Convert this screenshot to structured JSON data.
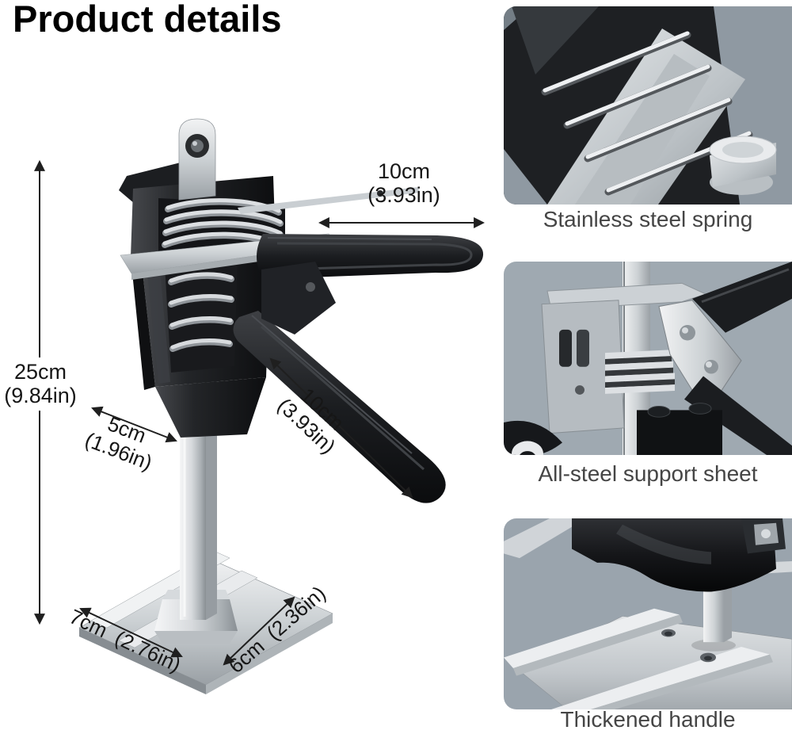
{
  "title": "Product details",
  "dimensions": {
    "height": {
      "primary": "25cm",
      "secondary": "(9.84in)"
    },
    "top_handle": {
      "primary": "10cm",
      "secondary": "(3.93in)"
    },
    "support": {
      "primary": "5cm",
      "secondary": "(1.96in)"
    },
    "lower_handle": {
      "primary": "10cm",
      "secondary": "(3.93in)"
    },
    "base_length": {
      "primary": "7cm",
      "secondary": "(2.76in)"
    },
    "base_width": {
      "primary": "6cm",
      "secondary": "(2.36in)"
    }
  },
  "features": [
    {
      "caption": "Stainless steel spring"
    },
    {
      "caption": "All-steel support sheet"
    },
    {
      "caption": "Thickened handle"
    }
  ],
  "colors": {
    "background": "#ffffff",
    "title_text": "#000000",
    "dimension_text": "#161616",
    "caption_text": "#454545",
    "photo_background": "#9aa4ad",
    "tool_black": "#1b1d20",
    "steel_light": "#eef0f2",
    "steel_mid": "#c6cbcf",
    "steel_dark": "#8d9398"
  }
}
